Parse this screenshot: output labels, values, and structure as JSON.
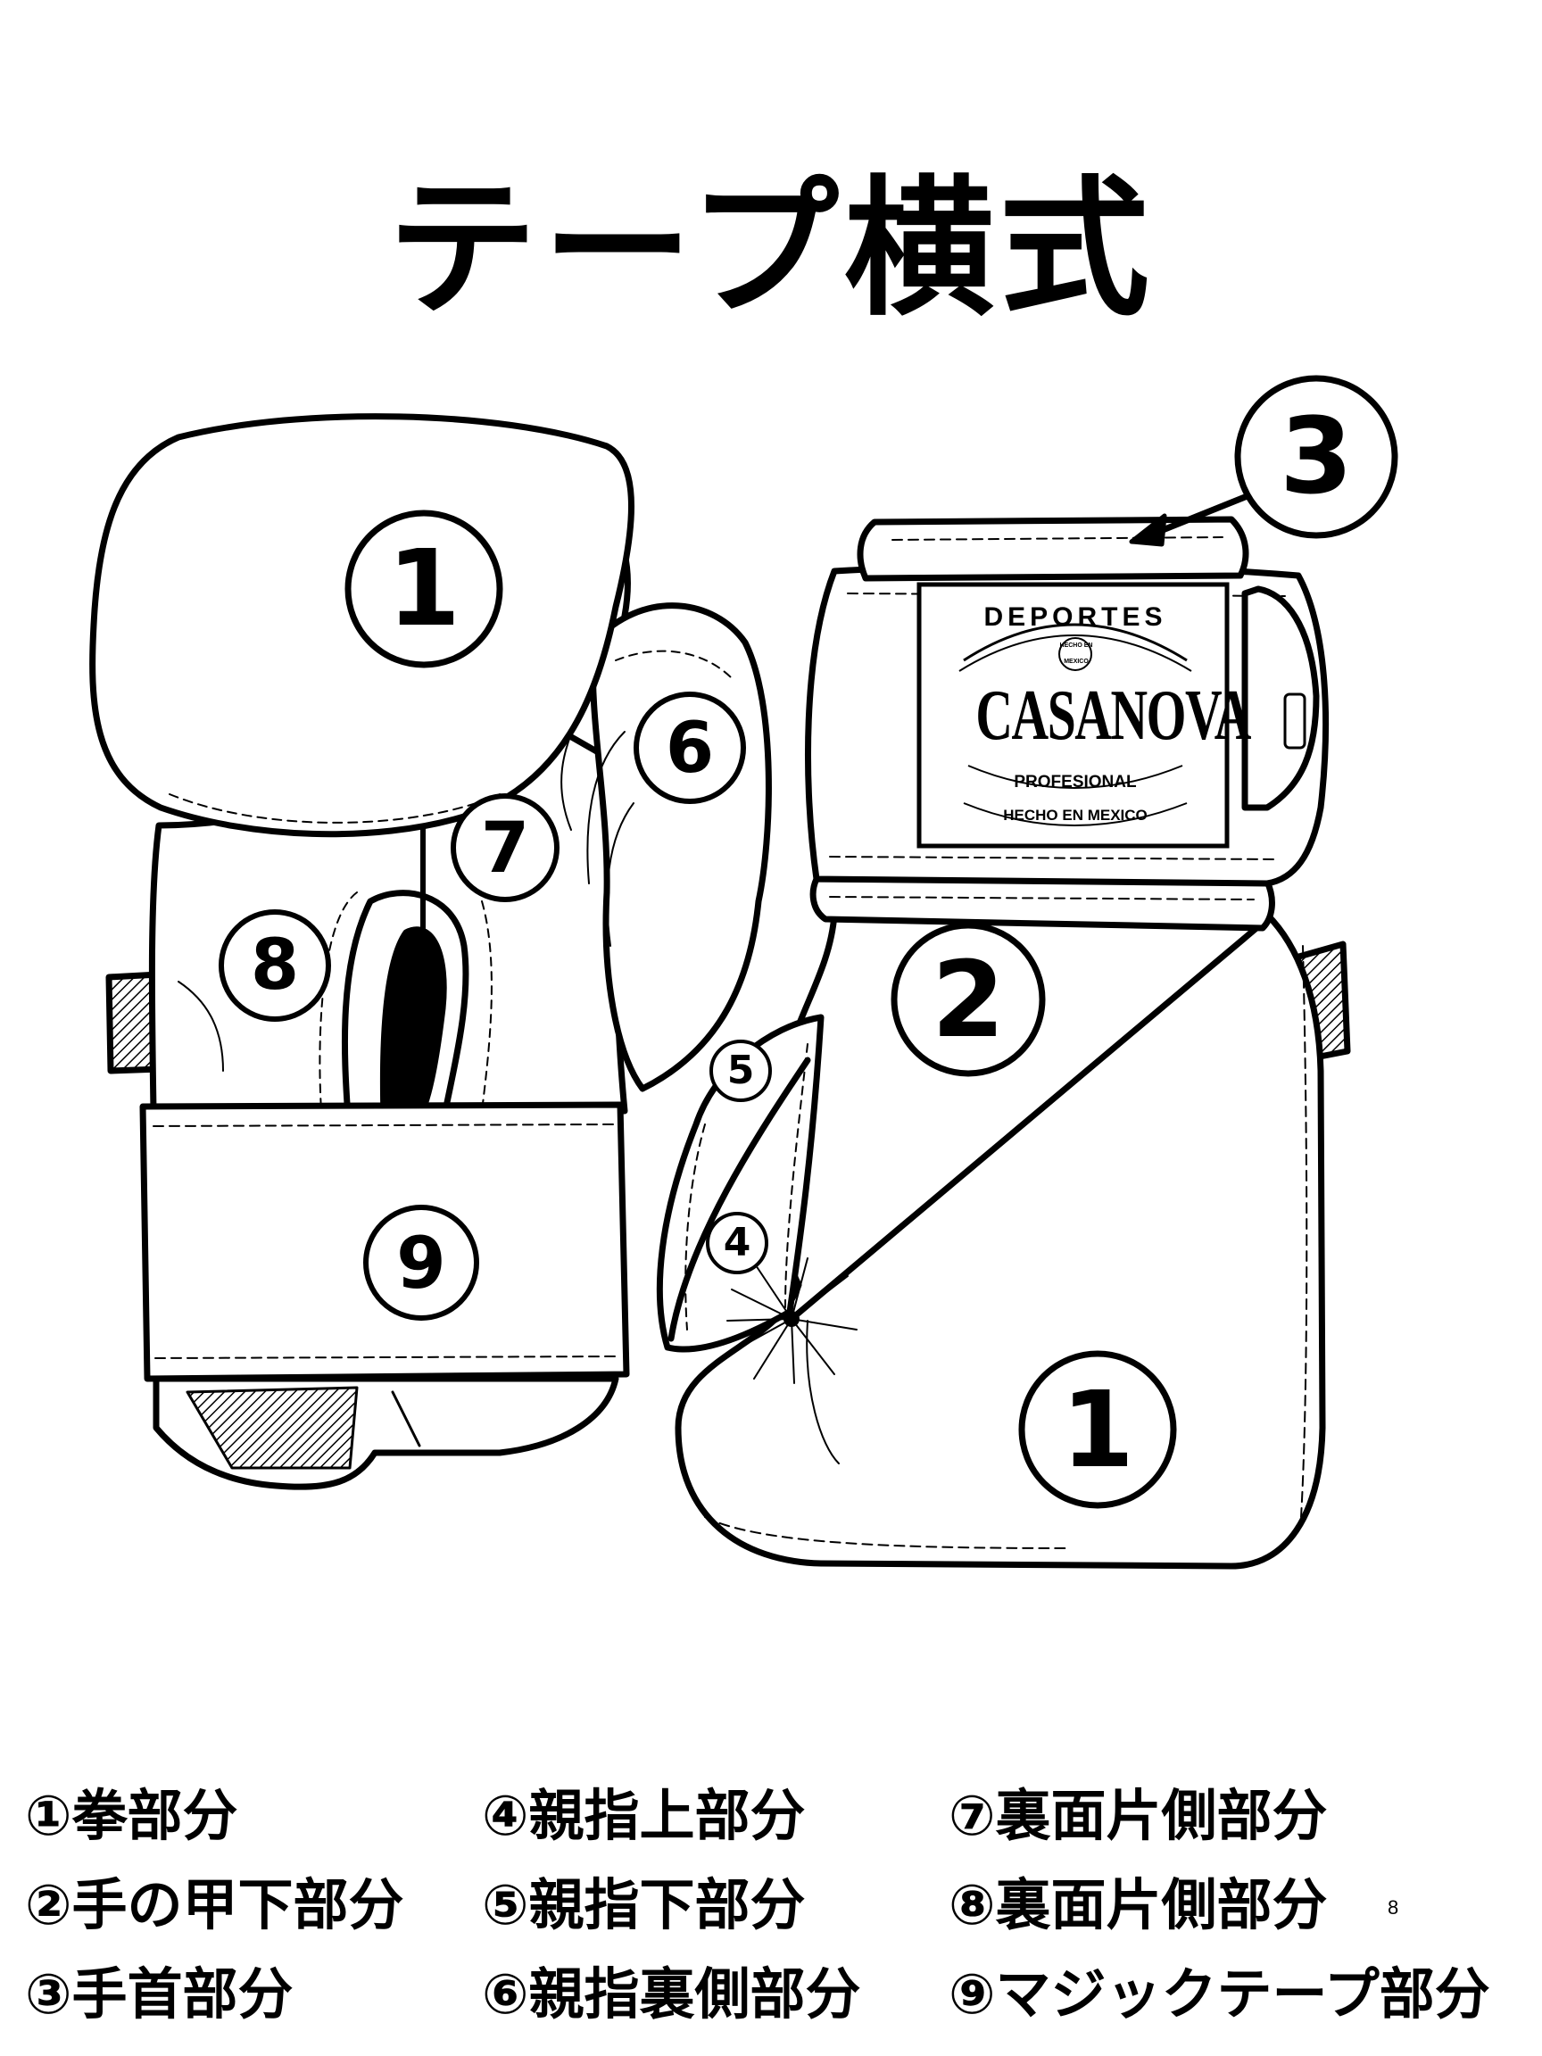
{
  "title": "テープ横式",
  "brand_label": {
    "top": "DEPORTES",
    "name": "CASANOVA",
    "sub": "PROFESIONAL",
    "bottom": "HECHO EN MEXICO",
    "seal_top": "HECHO EN",
    "seal_bottom": "MEXICO"
  },
  "markers": {
    "m1_left": "①",
    "m3": "③",
    "m6": "⑥",
    "m7": "⑦",
    "m8": "⑧",
    "m9": "⑨",
    "m2": "②",
    "m5": "⑤",
    "m4": "④",
    "m1_right": "①"
  },
  "legend": [
    [
      "①拳部分",
      "②手の甲下部分",
      "③手首部分"
    ],
    [
      "④親指上部分",
      "⑤親指下部分",
      "⑥親指裏側部分"
    ],
    [
      "⑦裏面片側部分",
      "⑧裏面片側部分",
      "⑨マジックテープ部分"
    ]
  ],
  "page_number": "8"
}
